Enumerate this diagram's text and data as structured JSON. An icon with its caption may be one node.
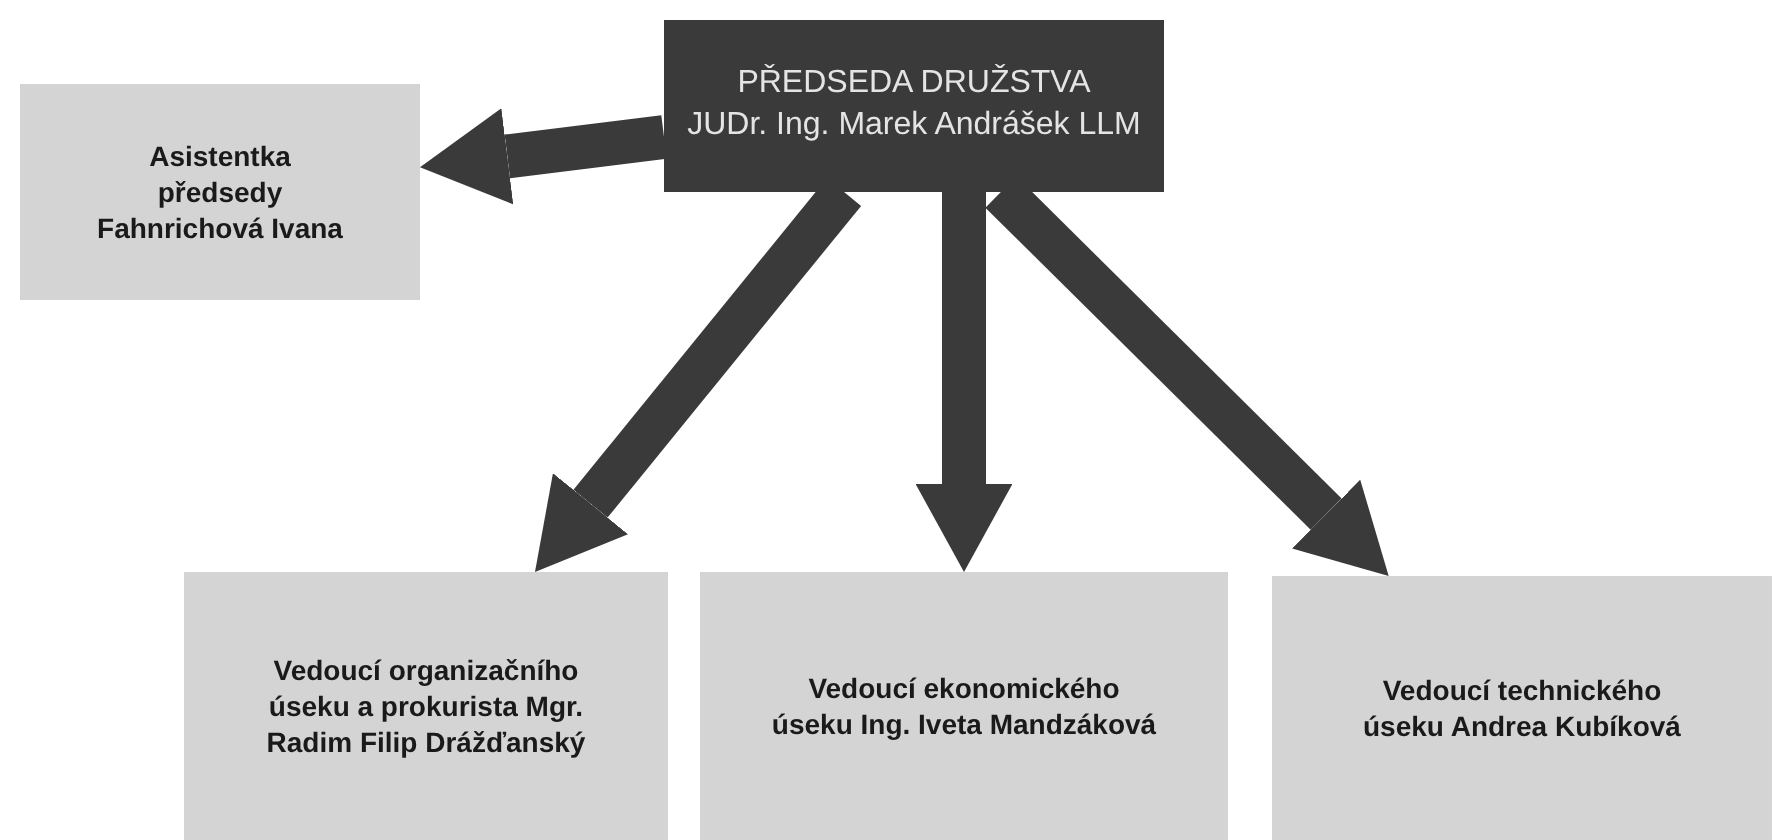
{
  "diagram": {
    "nodes": [
      {
        "text": [
          "PŘEDSEDA DRUŽSTVA",
          "JUDr. Ing. Marek Andrášek LLM"
        ]
      },
      {
        "text": [
          "Asistentka předsedy Fahnrichová Ivana"
        ]
      },
      {
        "text": [
          "Vedoucí organizačního úseku a prokurista Mgr. Radim Filip Drážďanský"
        ]
      },
      {
        "text": [
          "Vedoucí ekonomického úseku Ing. Iveta Mandzáková"
        ]
      },
      {
        "text": [
          "Vedoucí technického úseku Andrea Kubíková"
        ]
      }
    ],
    "edges": [
      {
        "from": 0,
        "to": 1,
        "arrow": "to"
      },
      {
        "from": 0,
        "to": 2,
        "arrow": "to"
      },
      {
        "from": 0,
        "to": 3,
        "arrow": "to"
      },
      {
        "from": 0,
        "to": 4,
        "arrow": "to"
      }
    ]
  }
}
